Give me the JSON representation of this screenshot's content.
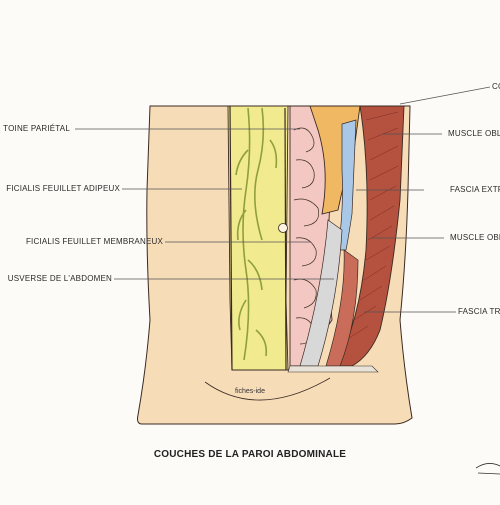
{
  "caption": "COUCHES DE LA PAROI ABDOMINALE",
  "watermark": "fiches-ide",
  "labels": {
    "peritoine": "TOINE PARIÉTAL",
    "fascia_adipeux": "FICIALIS FEUILLET ADIPEUX",
    "fascia_membraneux": "FICIALIS FEUILLET MEMBRANEUX",
    "transverse": "USVERSE DE L'ABDOMEN",
    "cote": "CO",
    "oblique_externe": "MUSCLE OBL",
    "fascia_externe": "FASCIA EXTR",
    "oblique_interne": "MUSCLE OBL",
    "fascia_transversalis": "FASCIA TRA"
  },
  "colors": {
    "skin": "#f7dcb8",
    "fat": "#f1ea8f",
    "vessels": "#8f9f3c",
    "peritoneum": "#f3c8c2",
    "muscle": "#b4513f",
    "aponeurosis": "#f1b864",
    "fascia": "#a9c7e6",
    "outline": "#3a2a22"
  }
}
